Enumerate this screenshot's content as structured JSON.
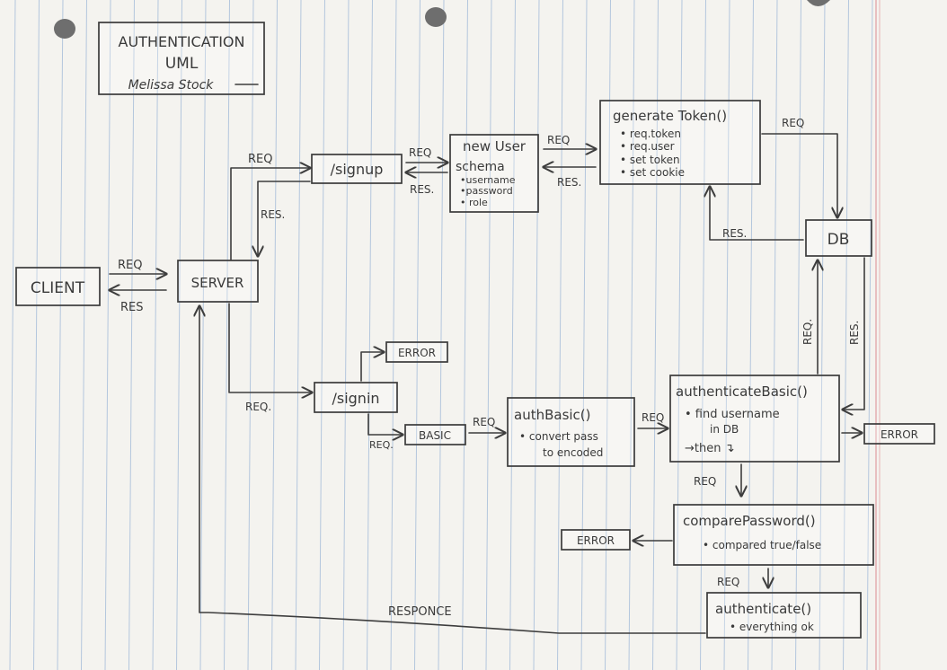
{
  "title": {
    "line1": "AUTHENTICATION",
    "line2": "UML",
    "author": "Melissa Stock"
  },
  "nodes": {
    "client": "CLIENT",
    "server": "SERVER",
    "signup": "/signup",
    "new_user": {
      "heading": "new User",
      "subheading": "schema",
      "items": [
        "•username",
        "•password",
        "• role"
      ]
    },
    "generate_token": {
      "heading": "generate Token()",
      "items": [
        "• req.token",
        "• req.user",
        "• set token",
        "• set cookie"
      ]
    },
    "db": "DB",
    "signin": "/signin",
    "error_signin": "ERROR",
    "basic": "BASIC",
    "auth_basic": {
      "heading": "authBasic()",
      "items": [
        "• convert pass",
        "to encoded"
      ]
    },
    "authenticate_basic": {
      "heading": "authenticateBasic()",
      "items": [
        "• find username",
        "in DB",
        "→then ↴"
      ]
    },
    "error_auth_basic": "ERROR",
    "compare_password": {
      "heading": "comparePassword()",
      "items": [
        "• compared  true/false"
      ]
    },
    "error_compare": "ERROR",
    "authenticate": {
      "heading": "authenticate()",
      "items": [
        "• everything ok"
      ]
    }
  },
  "edge_labels": {
    "client_to_server": "REQ",
    "server_to_client": "RES",
    "server_to_signup": "REQ",
    "signup_to_server": "RES.",
    "signup_to_new_user": "REQ",
    "new_user_to_signup": "RES.",
    "new_user_to_token": "REQ",
    "token_to_new_user": "RES.",
    "token_to_db": "REQ",
    "db_to_token": "RES.",
    "server_to_signin": "REQ.",
    "signin_to_basic": "REQ.",
    "basic_to_auth_basic": "REQ",
    "auth_basic_to_authenticate_basic": "REQ",
    "authenticate_basic_to_db": "REQ.",
    "db_to_authenticate_basic": "RES.",
    "authenticate_basic_to_compare": "REQ",
    "compare_to_authenticate": "REQ",
    "authenticate_to_server": "RESPONCE"
  },
  "colors": {
    "paper": "#f4f3ef",
    "rule_line": "#b3c6dd",
    "margin_line": "#e2a3a6",
    "ink": "#3d3d3d"
  }
}
